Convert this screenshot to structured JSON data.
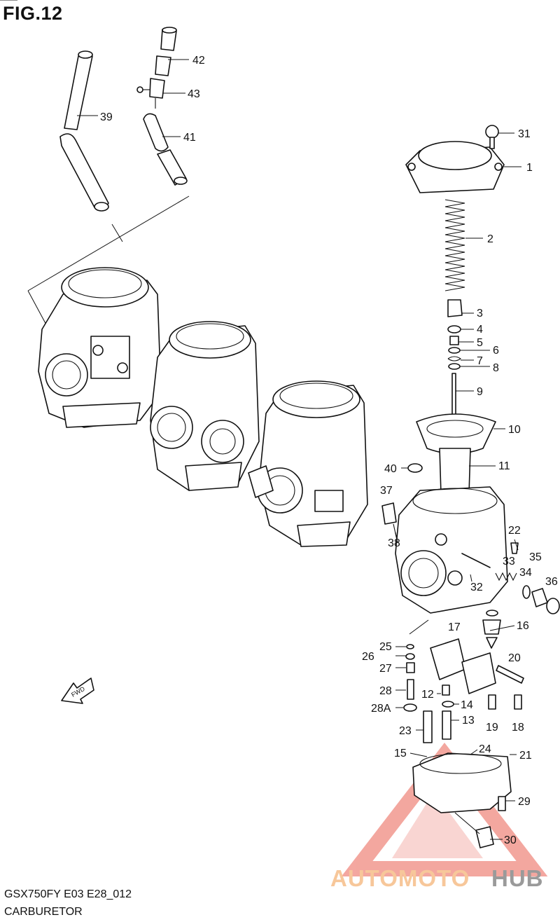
{
  "figure": {
    "title": "FIG.12",
    "model_code": "GSX750FY E03 E28_012",
    "name": "CARBURETOR"
  },
  "direction_arrow": {
    "label": "FWD"
  },
  "callouts": [
    "1",
    "2",
    "3",
    "4",
    "5",
    "6",
    "7",
    "8",
    "9",
    "10",
    "11",
    "12",
    "13",
    "14",
    "15",
    "16",
    "17",
    "18",
    "19",
    "20",
    "21",
    "22",
    "23",
    "24",
    "25",
    "26",
    "27",
    "28",
    "28A",
    "29",
    "30",
    "31",
    "32",
    "33",
    "34",
    "35",
    "36",
    "37",
    "38",
    "39",
    "40",
    "41",
    "42",
    "43"
  ],
  "watermark": {
    "text_part1": "AUTOMOTO",
    "text_part2": "HUB",
    "color_part1": "#f7c79a",
    "color_part2": "#9a9a9a",
    "triangle_color": "#f08a80"
  }
}
